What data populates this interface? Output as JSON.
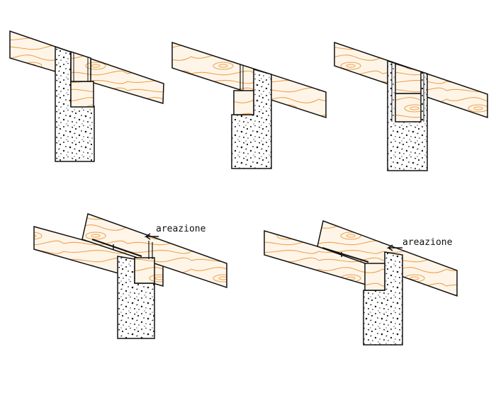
{
  "figure": {
    "panels": [
      {
        "name": "panel-1",
        "ventilated": false
      },
      {
        "name": "panel-2",
        "ventilated": false
      },
      {
        "name": "panel-3",
        "ventilated": false
      },
      {
        "name": "panel-4",
        "ventilated": true,
        "label": "areazione"
      },
      {
        "name": "panel-5",
        "ventilated": true,
        "label": "areazione"
      }
    ]
  },
  "colors": {
    "wood_fill": "#fef5e8",
    "wood_grain": "#eea24e",
    "outline": "#111111",
    "concrete_fill": "#ffffff",
    "concrete_dots": "#1a1a1a"
  }
}
